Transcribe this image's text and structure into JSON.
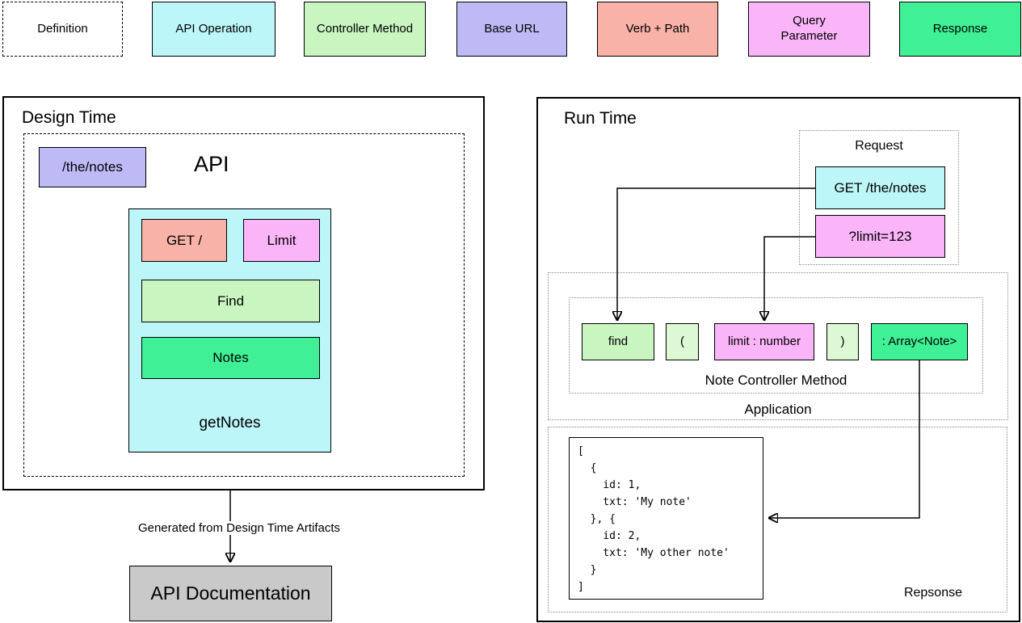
{
  "colors": {
    "cyan": "#BDF6F8",
    "green-light": "#C9F5C1",
    "green-pale": "#DCF8D4",
    "green-bright": "#40F096",
    "lavender": "#BDBAF6",
    "salmon": "#F8B2A8",
    "magenta": "#FAB5F9",
    "gray": "#C9C9C9",
    "dotted": "#8a8a8a"
  },
  "legend": {
    "definition": "Definition",
    "api_operation": "API Operation",
    "controller_method": "Controller Method",
    "base_url": "Base URL",
    "verb_path": "Verb + Path",
    "query_parameter": "Query Parameter",
    "response": "Response"
  },
  "design_time": {
    "title": "Design Time",
    "api_label": "API",
    "base_url": "/the/notes",
    "verb_path": "GET /",
    "query_parameter": "Limit",
    "controller_method": "Find",
    "response": "Notes",
    "operation_name": "getNotes",
    "arrow_label": "Generated from Design Time Artifacts",
    "documentation": "API Documentation"
  },
  "run_time": {
    "title": "Run Time",
    "request": {
      "label": "Request",
      "verb_path": "GET /the/notes",
      "query_parameter": "?limit=123"
    },
    "application": {
      "label": "Application",
      "controller": {
        "label": "Note Controller Method",
        "tokens": [
          {
            "text": "find"
          },
          {
            "text": "("
          },
          {
            "text": "limit : number"
          },
          {
            "text": ")"
          },
          {
            "text": ": Array<Note>"
          }
        ]
      }
    },
    "response": {
      "label": "Repsonse",
      "code": "[\n  {\n    id: 1,\n    txt: 'My note'\n  }, {\n    id: 2,\n    txt: 'My other note'\n  }\n]"
    }
  }
}
